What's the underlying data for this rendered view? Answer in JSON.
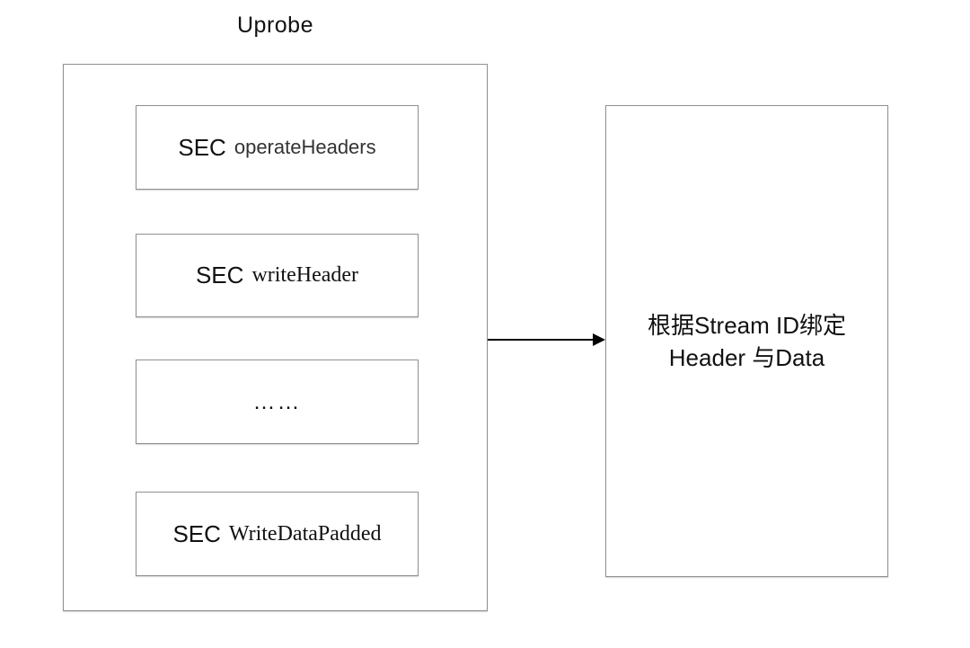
{
  "diagram": {
    "title": "Uprobe",
    "uprobe_sections": [
      {
        "prefix": "SEC",
        "name": "operateHeaders"
      },
      {
        "prefix": "SEC",
        "name": "writeHeader"
      },
      {
        "prefix": "",
        "name": "……"
      },
      {
        "prefix": "SEC",
        "name": "WriteDataPadded"
      }
    ],
    "connector": {
      "type": "arrow-right"
    },
    "target_box": {
      "line1": "根据Stream ID绑定",
      "line2": "Header 与Data"
    },
    "colors": {
      "background": "#ffffff",
      "border": "#919191",
      "arrow": "#000000",
      "text_primary": "#111111",
      "text_secondary": "#333333"
    }
  }
}
